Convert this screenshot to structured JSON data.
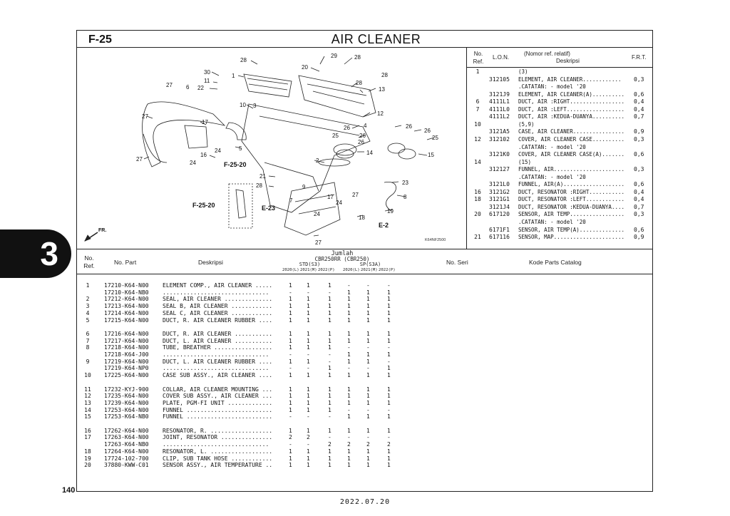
{
  "header": {
    "fig_code": "F-25",
    "title": "AIR CLEANER"
  },
  "section_tab": "3",
  "page_number": "140",
  "date": "2022.07.20",
  "diagram": {
    "image_code": "K64NF2500",
    "direction": "FR.",
    "fig_refs": [
      "F-25-20",
      "F-25-20",
      "E-23",
      "E-2"
    ],
    "callouts": [
      {
        "n": "28"
      },
      {
        "n": "29"
      },
      {
        "n": "28"
      },
      {
        "n": "20"
      },
      {
        "n": "30"
      },
      {
        "n": "1"
      },
      {
        "n": "11"
      },
      {
        "n": "22"
      },
      {
        "n": "27"
      },
      {
        "n": "6"
      },
      {
        "n": "28"
      },
      {
        "n": "28"
      },
      {
        "n": "13"
      },
      {
        "n": "10"
      },
      {
        "n": "3"
      },
      {
        "n": "12"
      },
      {
        "n": "27"
      },
      {
        "n": "17"
      },
      {
        "n": "4"
      },
      {
        "n": "26"
      },
      {
        "n": "26"
      },
      {
        "n": "26"
      },
      {
        "n": "26"
      },
      {
        "n": "25"
      },
      {
        "n": "26"
      },
      {
        "n": "25"
      },
      {
        "n": "14"
      },
      {
        "n": "15"
      },
      {
        "n": "5"
      },
      {
        "n": "16"
      },
      {
        "n": "24"
      },
      {
        "n": "27"
      },
      {
        "n": "24"
      },
      {
        "n": "2"
      },
      {
        "n": "21"
      },
      {
        "n": "28"
      },
      {
        "n": "9"
      },
      {
        "n": "23"
      },
      {
        "n": "7"
      },
      {
        "n": "27"
      },
      {
        "n": "8"
      },
      {
        "n": "17"
      },
      {
        "n": "24"
      },
      {
        "n": "19"
      },
      {
        "n": "24"
      },
      {
        "n": "18"
      },
      {
        "n": "27"
      }
    ]
  },
  "ref_table": {
    "headers": {
      "no_ref": "No.\nRef.",
      "lon": "L.O.N.",
      "desc_top": "(Nomor ref. relatif)",
      "desc": "Deskripsi",
      "frt": "F.R.T."
    },
    "rows": [
      {
        "ref": "1",
        "lon": "",
        "desc": "(3)",
        "frt": ""
      },
      {
        "ref": "",
        "lon": "312105",
        "desc": "ELEMENT, AIR CLEANER............",
        "frt": "0,3"
      },
      {
        "ref": "",
        "lon": "",
        "desc": ".CATATAN: - model '20",
        "frt": ""
      },
      {
        "ref": "",
        "lon": "3121J9",
        "desc": "ELEMENT, AIR CLEANER(A)..........",
        "frt": "0,6"
      },
      {
        "ref": "6",
        "lon": "4111L1",
        "desc": "DUCT, AIR :RIGHT.................",
        "frt": "0,4"
      },
      {
        "ref": "7",
        "lon": "4111L0",
        "desc": "DUCT, AIR :LEFT..................",
        "frt": "0,4"
      },
      {
        "ref": "",
        "lon": "4111L2",
        "desc": "DUCT, AIR :KEDUA-DUANYA..........",
        "frt": "0,7"
      },
      {
        "ref": "10",
        "lon": "",
        "desc": "(5,9)",
        "frt": ""
      },
      {
        "ref": "",
        "lon": "3121A5",
        "desc": "CASE, AIR CLEANER................",
        "frt": "0,9"
      },
      {
        "ref": "12",
        "lon": "312102",
        "desc": "COVER, AIR CLEANER CASE..........",
        "frt": "0,3"
      },
      {
        "ref": "",
        "lon": "",
        "desc": ".CATATAN: - model '20",
        "frt": ""
      },
      {
        "ref": "",
        "lon": "3121K0",
        "desc": "COVER, AIR CLEANER CASE(A).......",
        "frt": "0,6"
      },
      {
        "ref": "14",
        "lon": "",
        "desc": "(15)",
        "frt": ""
      },
      {
        "ref": "",
        "lon": "312127",
        "desc": "FUNNEL, AIR......................",
        "frt": "0,3"
      },
      {
        "ref": "",
        "lon": "",
        "desc": ".CATATAN: - model '20",
        "frt": ""
      },
      {
        "ref": "",
        "lon": "3121L0",
        "desc": "FUNNEL, AIR(A)...................",
        "frt": "0,6"
      },
      {
        "ref": "16",
        "lon": "3121G2",
        "desc": "DUCT, RESONATOR :RIGHT...........",
        "frt": "0,4"
      },
      {
        "ref": "18",
        "lon": "3121G1",
        "desc": "DUCT, RESONATOR :LEFT............",
        "frt": "0,4"
      },
      {
        "ref": "",
        "lon": "3121J4",
        "desc": "DUCT, RESONATOR :KEDUA-DUANYA....",
        "frt": "0,7"
      },
      {
        "ref": "20",
        "lon": "617120",
        "desc": "SENSOR, AIR TEMP.................",
        "frt": "0,3"
      },
      {
        "ref": "",
        "lon": "",
        "desc": ".CATATAN: - model '20",
        "frt": ""
      },
      {
        "ref": "",
        "lon": "6171F1",
        "desc": "SENSOR, AIR TEMP(A)..............",
        "frt": "0,6"
      },
      {
        "ref": "21",
        "lon": "617116",
        "desc": "SENSOR, MAP......................",
        "frt": "0,9"
      }
    ]
  },
  "parts_table": {
    "headers": {
      "no_ref": "No.\nRef.",
      "no_part": "No. Part",
      "deskripsi": "Deskripsi",
      "jumlah": "Jumlah",
      "model1": "CBR250RR (CBR250)",
      "std": "STD(S3)",
      "sp": "SP(S3A)",
      "years": [
        "2020(L)",
        "2021(M)",
        "2022(P)",
        "2020(L)",
        "2021(M)",
        "2022(P)"
      ],
      "no_seri": "No. Seri",
      "kode": "Kode Parts Catalog"
    },
    "rows": [
      {
        "ref": "1",
        "part": "17210-K64-N00",
        "desc": "ELEMENT COMP., AIR CLEANER .....",
        "q": [
          "1",
          "1",
          "1",
          "-",
          "-",
          "-"
        ]
      },
      {
        "ref": "",
        "part": "17210-K64-NB0",
        "desc": "...............................",
        "q": [
          "-",
          "-",
          "-",
          "1",
          "1",
          "1"
        ]
      },
      {
        "ref": "2",
        "part": "17212-K64-N00",
        "desc": "SEAL, AIR CLEANER ..............",
        "q": [
          "1",
          "1",
          "1",
          "1",
          "1",
          "1"
        ]
      },
      {
        "ref": "3",
        "part": "17213-K64-N00",
        "desc": "SEAL B, AIR CLEANER ............",
        "q": [
          "1",
          "1",
          "1",
          "1",
          "1",
          "1"
        ]
      },
      {
        "ref": "4",
        "part": "17214-K64-N00",
        "desc": "SEAL C, AIR CLEANER ............",
        "q": [
          "1",
          "1",
          "1",
          "1",
          "1",
          "1"
        ]
      },
      {
        "ref": "5",
        "part": "17215-K64-N00",
        "desc": "DUCT, R. AIR CLEANER RUBBER ....",
        "q": [
          "1",
          "1",
          "1",
          "1",
          "1",
          "1"
        ]
      },
      {
        "gap": true
      },
      {
        "ref": "6",
        "part": "17216-K64-N00",
        "desc": "DUCT, R. AIR CLEANER ...........",
        "q": [
          "1",
          "1",
          "1",
          "1",
          "1",
          "1"
        ]
      },
      {
        "ref": "7",
        "part": "17217-K64-N00",
        "desc": "DUCT, L. AIR CLEANER ...........",
        "q": [
          "1",
          "1",
          "1",
          "1",
          "1",
          "1"
        ]
      },
      {
        "ref": "8",
        "part": "17218-K64-N00",
        "desc": "TUBE, BREATHER .................",
        "q": [
          "1",
          "1",
          "1",
          "-",
          "-",
          "-"
        ]
      },
      {
        "ref": "",
        "part": "17218-K64-J00",
        "desc": "...............................",
        "q": [
          "-",
          "-",
          "-",
          "1",
          "1",
          "1"
        ]
      },
      {
        "ref": "9",
        "part": "17219-K64-N00",
        "desc": "DUCT, L. AIR CLEANER RUBBER ....",
        "q": [
          "1",
          "1",
          "-",
          "1",
          "1",
          "-"
        ]
      },
      {
        "ref": "",
        "part": "17219-K64-NP0",
        "desc": "...............................",
        "q": [
          "-",
          "-",
          "1",
          "-",
          "-",
          "1"
        ]
      },
      {
        "ref": "10",
        "part": "17225-K64-N00",
        "desc": "CASE SUB ASSY., AIR CLEANER ....",
        "q": [
          "1",
          "1",
          "1",
          "1",
          "1",
          "1"
        ]
      },
      {
        "gap": true
      },
      {
        "ref": "11",
        "part": "17232-KYJ-900",
        "desc": "COLLAR, AIR CLEANER MOUNTING ...",
        "q": [
          "1",
          "1",
          "1",
          "1",
          "1",
          "1"
        ]
      },
      {
        "ref": "12",
        "part": "17235-K64-N00",
        "desc": "COVER SUB ASSY., AIR CLEANER ...",
        "q": [
          "1",
          "1",
          "1",
          "1",
          "1",
          "1"
        ]
      },
      {
        "ref": "13",
        "part": "17239-K64-N00",
        "desc": "PLATE, PGM-FI UNIT .............",
        "q": [
          "1",
          "1",
          "1",
          "1",
          "1",
          "1"
        ]
      },
      {
        "ref": "14",
        "part": "17253-K64-N00",
        "desc": "FUNNEL .........................",
        "q": [
          "1",
          "1",
          "1",
          "-",
          "-",
          "-"
        ]
      },
      {
        "ref": "15",
        "part": "17253-K64-NB0",
        "desc": "FUNNEL .........................",
        "q": [
          "-",
          "-",
          "-",
          "1",
          "1",
          "1"
        ]
      },
      {
        "gap": true
      },
      {
        "ref": "16",
        "part": "17262-K64-N00",
        "desc": "RESONATOR, R. ..................",
        "q": [
          "1",
          "1",
          "1",
          "1",
          "1",
          "1"
        ]
      },
      {
        "ref": "17",
        "part": "17263-K64-N00",
        "desc": "JOINT, RESONATOR ...............",
        "q": [
          "2",
          "2",
          "-",
          "-",
          "-",
          "-"
        ]
      },
      {
        "ref": "",
        "part": "17263-K64-NB0",
        "desc": "...............................",
        "q": [
          "-",
          "-",
          "2",
          "2",
          "2",
          "2"
        ]
      },
      {
        "ref": "18",
        "part": "17264-K64-N00",
        "desc": "RESONATOR, L. ..................",
        "q": [
          "1",
          "1",
          "1",
          "1",
          "1",
          "1"
        ]
      },
      {
        "ref": "19",
        "part": "17724-102-700",
        "desc": "CLIP, SUB TANK HOSE ............",
        "q": [
          "1",
          "1",
          "1",
          "1",
          "1",
          "1"
        ]
      },
      {
        "ref": "20",
        "part": "37880-KWW-C01",
        "desc": "SENSOR ASSY., AIR TEMPERATURE ..",
        "q": [
          "1",
          "1",
          "1",
          "1",
          "1",
          "1"
        ]
      }
    ]
  }
}
